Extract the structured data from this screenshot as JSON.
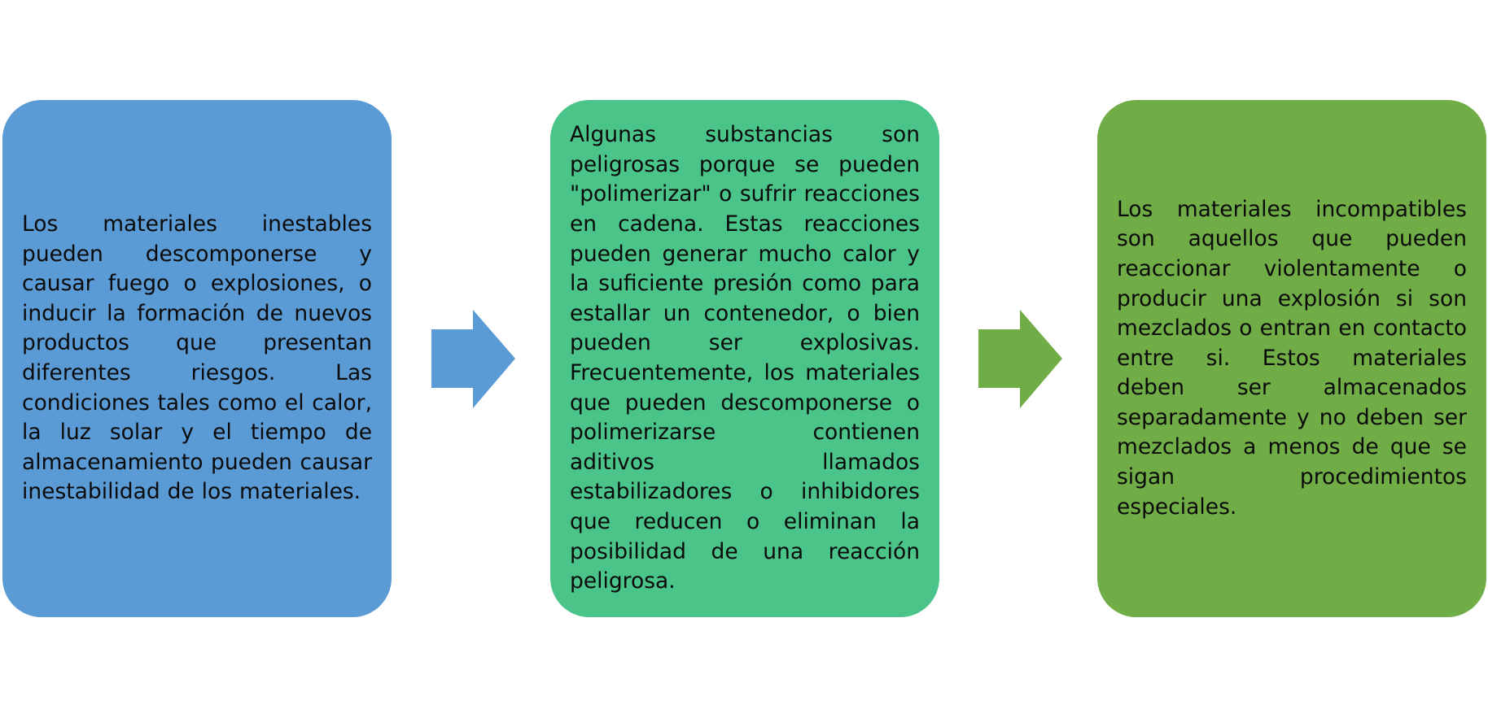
{
  "colors": {
    "box_1": "#5b9bd5",
    "box_2": "#4bc48a",
    "box_3": "#70ad47",
    "arrow_1": "#5b9bd5",
    "arrow_2": "#70ad47",
    "text": "#0b0b0b"
  },
  "icons": [
    "right-arrow-icon",
    "right-arrow-icon"
  ],
  "boxes": [
    {
      "text": "Los materiales inestables pueden descomponerse y causar fuego o explosiones, o inducir la formación de nuevos productos que presentan diferentes riesgos. Las condiciones tales como el calor, la luz solar y el tiempo de almacenamiento pueden causar inestabilidad de los materiales."
    },
    {
      "text": "Algunas substancias son peligrosas porque se pueden \"polimerizar\" o sufrir reacciones en cadena. Estas reacciones pueden generar mucho calor y la suficiente presión como para estallar un contenedor, o bien pueden ser explosivas. Frecuentemente, los materiales que pueden descomponerse o polimerizarse contienen aditivos llamados estabilizadores o inhibidores que reducen o eliminan la posibilidad de una reacción peligrosa."
    },
    {
      "text": "Los materiales incompatibles son aquellos que pueden reaccionar violentamente o producir una explosión si son mezclados o entran en contacto entre si. Estos materiales deben ser almacenados separadamente y no deben ser mezclados a menos de que se sigan procedimientos especiales."
    }
  ]
}
